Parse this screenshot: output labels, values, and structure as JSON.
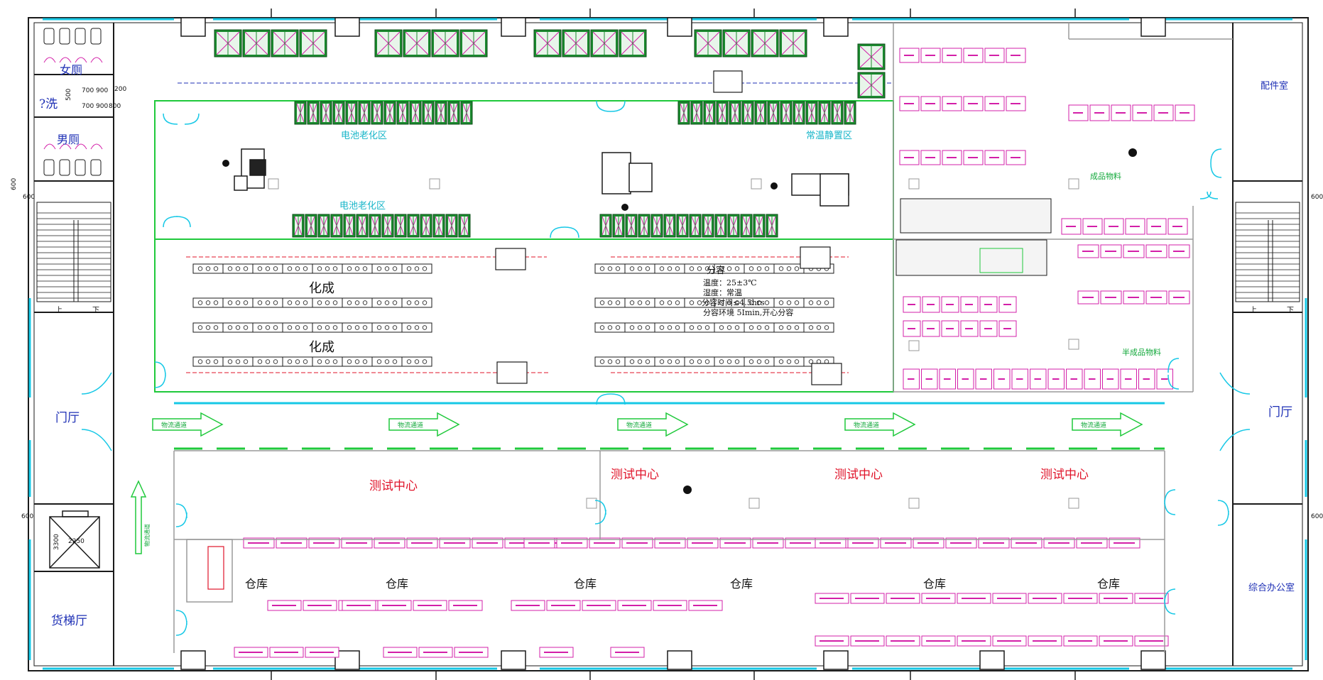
{
  "rooms": {
    "womens_restroom": "女厕",
    "wash_room": "?洗",
    "mens_restroom": "男厕",
    "lobby_left": "门厅",
    "lobby_right": "门厅",
    "freight_lift_hall": "货梯厅",
    "parts_room": "配件室",
    "general_office": "综合办公室"
  },
  "zones": {
    "battery_aging_top": "电池老化区",
    "battery_aging_bottom": "电池老化区",
    "normal_temp_standing": "常温静置区",
    "formation": [
      "化成",
      "化成"
    ],
    "test_center": [
      "测试中心",
      "测试中心",
      "测试中心",
      "测试中心"
    ],
    "warehouse": [
      "仓库",
      "仓库",
      "仓库",
      "仓库",
      "仓库",
      "仓库"
    ],
    "finished_materials": "成品物料",
    "semi_finished_materials": "半成品物料"
  },
  "formation_note": {
    "title": "分容",
    "line1": "温度：25±3℃",
    "line2": "湿度：常温",
    "line3": "分容时间≤4.5hrs",
    "line4": "分容环境 5Imin,开心分容"
  },
  "dimensions": {
    "d700a": "700",
    "d900": "900",
    "d200": "200",
    "d700b": "700",
    "d900b": "900",
    "d800": "800",
    "d500": "500",
    "d600_left_upper": "600",
    "d600_left_mid": "600",
    "d600_left_lower": "600",
    "d600_right_upper": "600",
    "d600_right_lower": "600",
    "lift_w": "2250",
    "lift_h": "3300"
  },
  "stairs": {
    "up": "上",
    "down": "下"
  },
  "flow_labels": [
    "物流通道",
    "物流通道",
    "物流通道",
    "物流通道",
    "物流通道"
  ],
  "lift_flow_label": "物流通道",
  "colors": {
    "wall": "#1a1a1a",
    "glass": "#16c8e6",
    "zone_line": "#1fc93b",
    "rack": "#d31fa8",
    "label_blue": "#1d2fb5",
    "label_red": "#e0142a",
    "label_green": "#11a83a"
  }
}
